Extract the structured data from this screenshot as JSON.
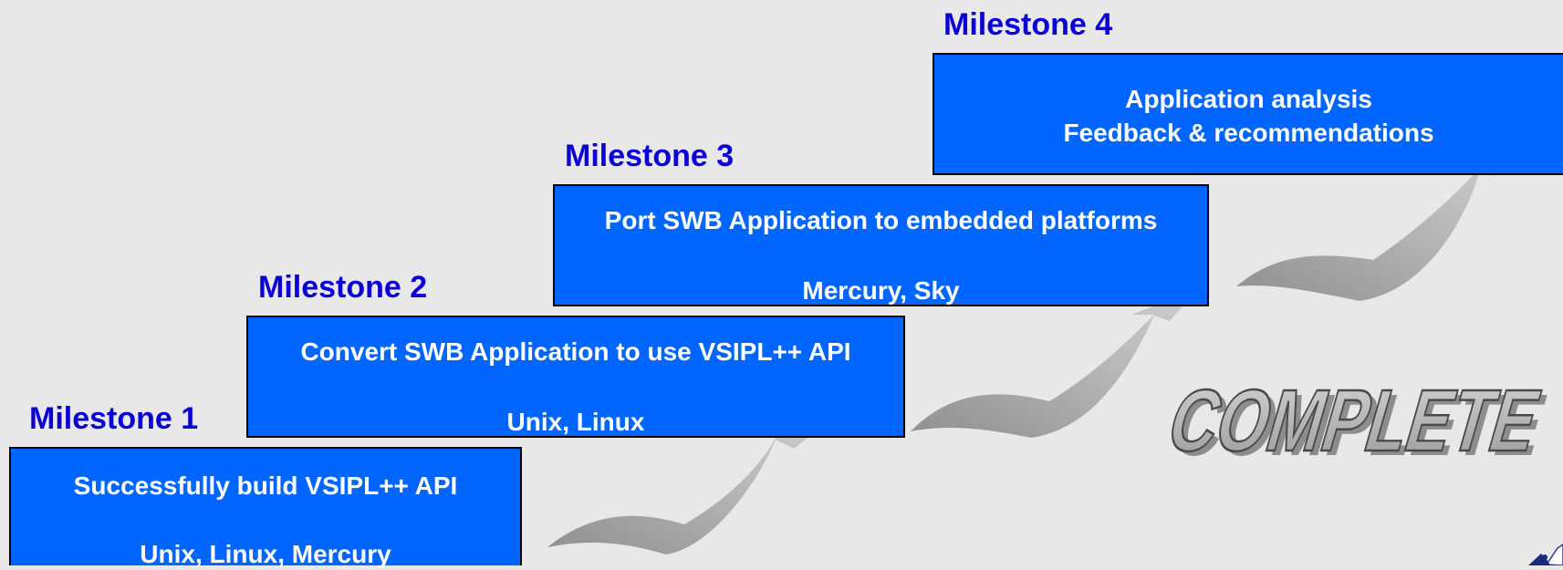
{
  "milestones": [
    {
      "label": "Milestone 1",
      "title": "Successfully build VSIPL++ API",
      "platforms": "Unix, Linux, Mercury"
    },
    {
      "label": "Milestone 2",
      "title": "Convert SWB Application to use VSIPL++ API",
      "platforms": "Unix, Linux"
    },
    {
      "label": "Milestone 3",
      "title": "Port SWB Application to embedded platforms",
      "platforms": "Mercury, Sky"
    },
    {
      "label": "Milestone 4",
      "title_line1": "Application analysis",
      "title_line2": "Feedback & recommendations"
    }
  ],
  "status": "COMPLETE",
  "colors": {
    "box": "#0066ff",
    "label": "#0a00d6",
    "arrow": "#b5b5b5",
    "background": "#e8e8e8"
  }
}
